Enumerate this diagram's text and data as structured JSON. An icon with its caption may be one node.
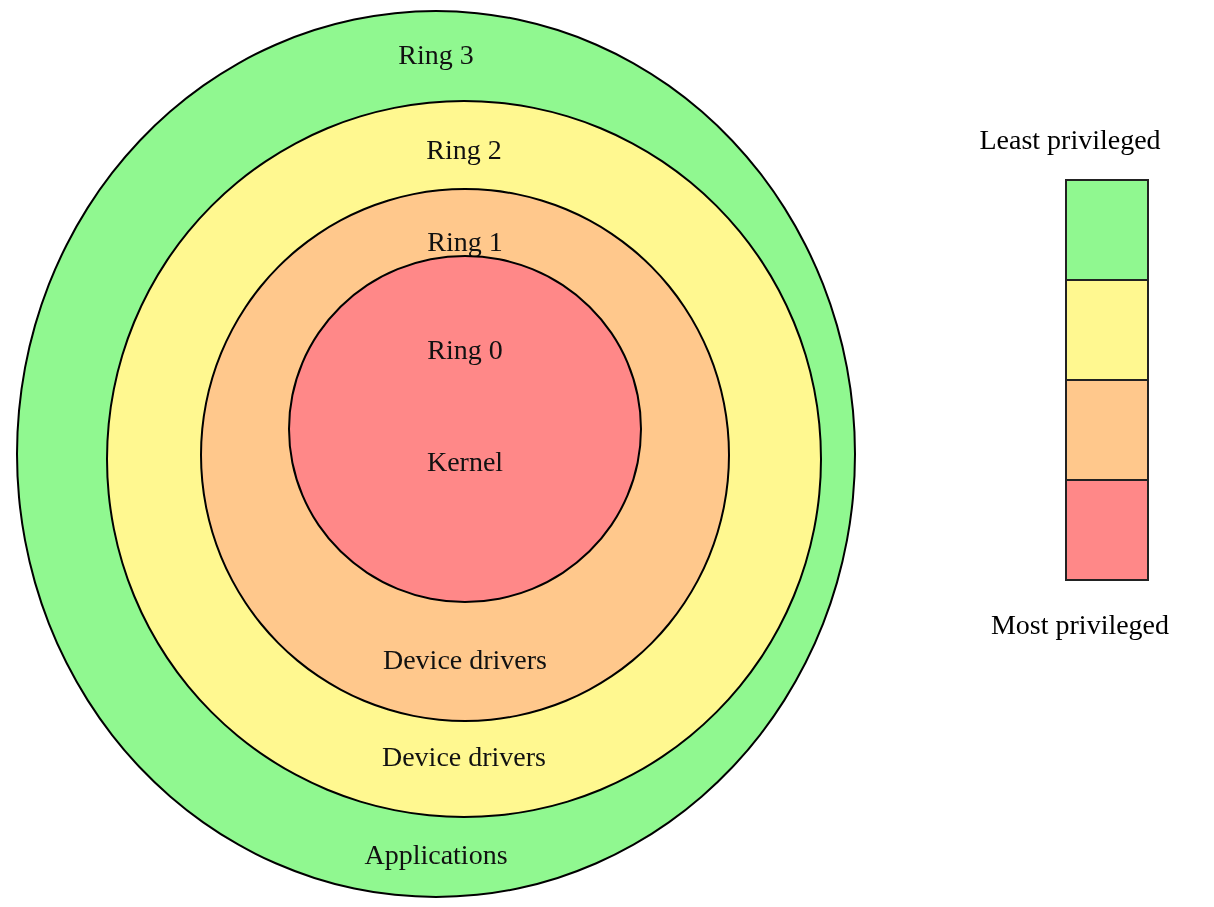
{
  "diagram": {
    "nodes": [
      {
        "text": [
          "Ring 3",
          "Applications"
        ]
      },
      {
        "text": [
          "Ring 2",
          "Device drivers"
        ],
        "in": 0
      },
      {
        "text": [
          "Ring 1",
          "Device drivers"
        ],
        "in": 1
      },
      {
        "text": [
          "Ring 0",
          "Kernel"
        ],
        "in": 2
      }
    ],
    "edges": [],
    "labels": [
      "Least privileged",
      "Most privileged"
    ]
  }
}
